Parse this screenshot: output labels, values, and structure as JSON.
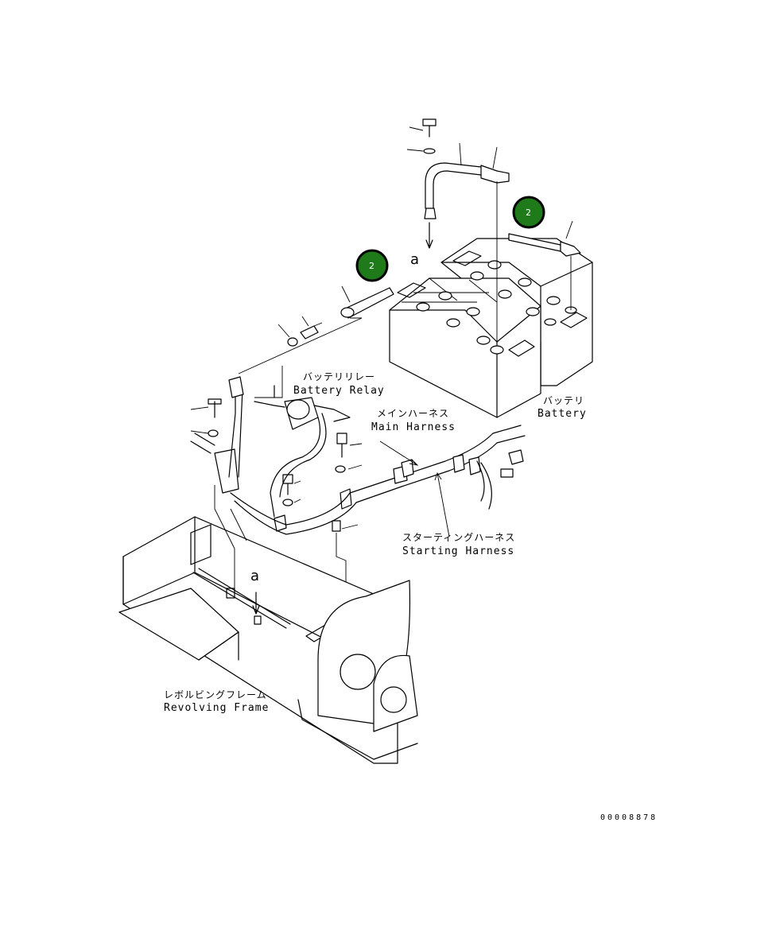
{
  "labels": {
    "battery_relay_jp": "バッテリリレー",
    "battery_relay_en": "Battery Relay",
    "battery_jp": "バッテリ",
    "battery_en": "Battery",
    "main_harness_jp": "メインハーネス",
    "main_harness_en": "Main Harness",
    "starting_harness_jp": "スターティングハーネス",
    "starting_harness_en": "Starting Harness",
    "revolving_frame_jp": "レボルビングフレーム",
    "revolving_frame_en": "Revolving Frame"
  },
  "reference_marks": {
    "top": "a",
    "bottom": "a"
  },
  "callouts": [
    {
      "number": "2",
      "color": "#1f7a1a"
    },
    {
      "number": "2",
      "color": "#1f7a1a"
    }
  ],
  "document_number": "00008878"
}
